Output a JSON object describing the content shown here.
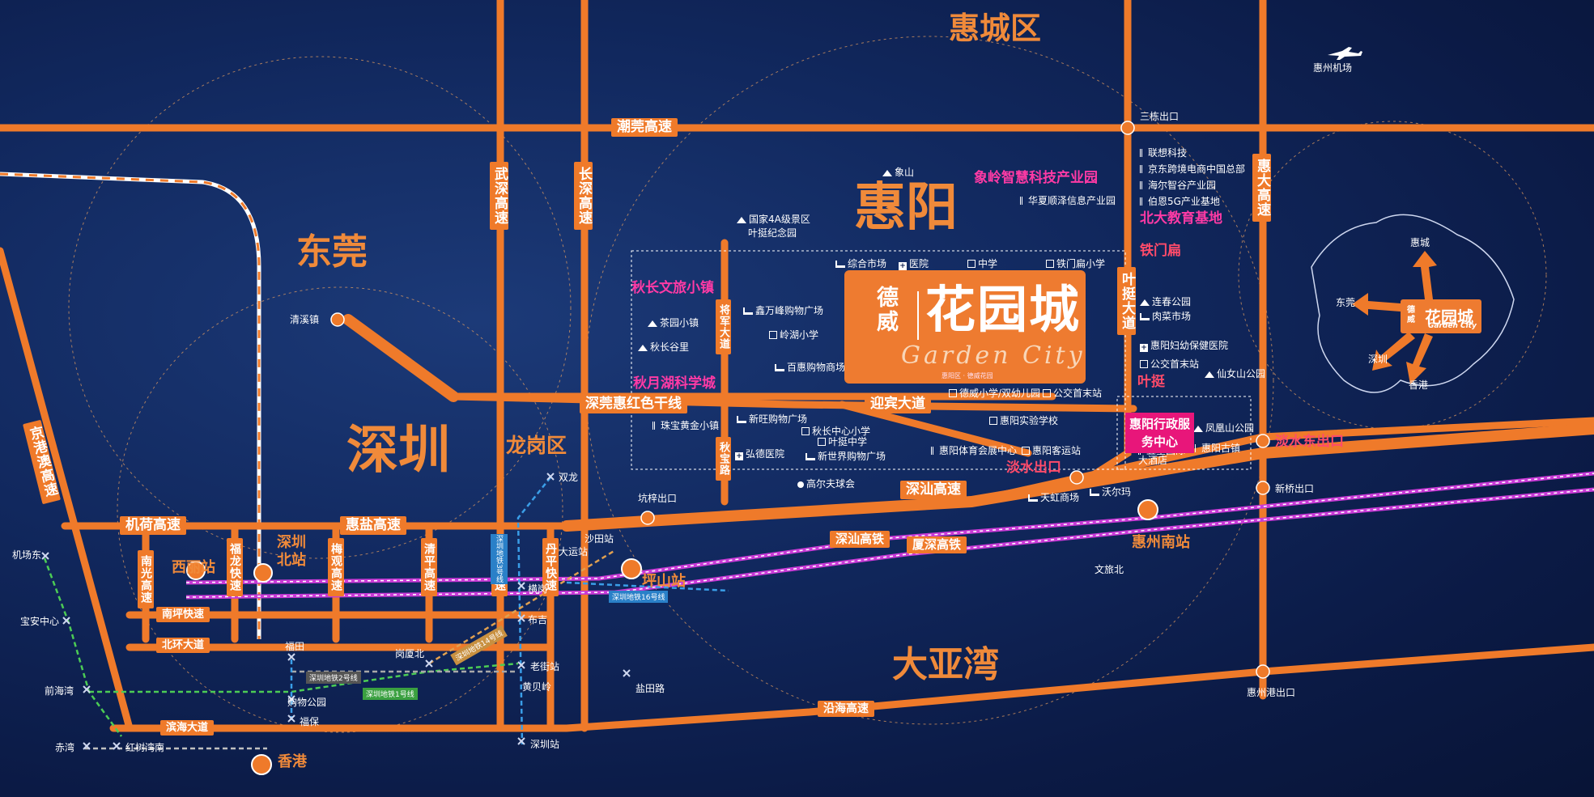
{
  "regions": {
    "huicheng": "惠城区",
    "huiyang": "惠阳",
    "dongguan": "东莞",
    "shenzhen": "深圳",
    "longgang": "龙岗区",
    "dayawan": "大亚湾"
  },
  "roads": {
    "chaoguan": "潮莞高速",
    "wuguan": "武深高速",
    "changshen": "长深高速",
    "huida": "惠大高速",
    "yeting": "叶挺大道",
    "shenguanhui": "深莞惠红色干线",
    "yingbin": "迎宾大道",
    "shenshan": "深汕高速",
    "jingganghao": "京港澳高速",
    "jihe": "机荷高速",
    "huiyan": "惠盐高速",
    "nanguang": "南光高速",
    "fulong": "福龙快速",
    "meiguan": "梅观高速",
    "qingping": "清平高速",
    "shuiguan": "水官高速",
    "danping": "丹平快速",
    "nanping": "南坪快速",
    "beihuan": "北环大道",
    "binhai": "滨海大道",
    "yanhai": "沿海高速",
    "jiangbao": "将军大道",
    "qiubao": "秋宝路",
    "shenshan_rail": "深汕高铁",
    "xiashen_rail": "厦深高铁"
  },
  "stations": {
    "xili": "西丽站",
    "shenzhen_north": "深圳北站",
    "pingshan": "坪山站",
    "huizhou_south": "惠州南站",
    "hongkong": "香港",
    "qingxi": "清溪镇",
    "pingdi": "坑梓出口",
    "shatian": "沙田站",
    "dayun": "大运站",
    "henggang": "横岗",
    "buji": "布吉",
    "shuanglong": "双龙",
    "futian": "福田",
    "gangxiabei": "岗厦北",
    "laojie": "老街站",
    "huangbeiling": "黄贝岭",
    "gouwu": "购物公园",
    "fubao": "福保",
    "shenzhenwan": "深圳站",
    "yantian": "盐田路",
    "jichangdong": "机场东",
    "baoan": "宝安中心",
    "qianhaiwan": "前海湾",
    "chiwan": "赤湾",
    "hongshuwan": "红树湾南",
    "wenlubei": "文旅北",
    "m14": "深圳地铁14号线",
    "m3": "深圳地铁3号线",
    "m2": "深圳地铁2号线",
    "m1": "深圳地铁1号线",
    "m16": "深圳地铁16号线"
  },
  "exits": {
    "sanlian": "三栋出口",
    "danshuidong": "淡水东出口",
    "danshui": "淡水出口",
    "xinqiao": "新桥出口",
    "huizhougang": "惠州港出口",
    "keng": "坑梓出口",
    "airport": "惠州机场"
  },
  "highlights": {
    "xiangling": "象岭智慧科技产业园",
    "beida": "北大教育基地",
    "tiemen": "铁门扁",
    "yeting": "叶挺",
    "qiuchang": "秋长文旅小镇",
    "qiuyue": "秋月湖科学城",
    "danshui": "淡水出口",
    "danshuidong": "淡水东出口"
  },
  "brand": {
    "cn_small": "德威",
    "cn_big": "花园城",
    "en": "Garden City",
    "tag": "惠阳区 · 德威花园"
  },
  "gov": "惠阳行政服务中心",
  "pois": [
    {
      "k": "xiangshan",
      "t": "象山"
    },
    {
      "k": "huaxia",
      "t": "华夏顺泽信息产业园"
    },
    {
      "k": "guojia4a",
      "t": "国家4A级景区"
    },
    {
      "k": "yeting_ji",
      "t": "叶挺纪念园"
    },
    {
      "k": "zonghe",
      "t": "综合市场"
    },
    {
      "k": "yiyuan",
      "t": "医院"
    },
    {
      "k": "zhongxue",
      "t": "中学"
    },
    {
      "k": "tiemen_xx",
      "t": "铁门扁小学"
    },
    {
      "k": "chayuan",
      "t": "茶园小镇"
    },
    {
      "k": "qiuchanggu",
      "t": "秋长谷里"
    },
    {
      "k": "xinwanfeng",
      "t": "鑫万峰购物广场"
    },
    {
      "k": "linghu",
      "t": "岭湖小学"
    },
    {
      "k": "baihui",
      "t": "百惠购物商场"
    },
    {
      "k": "lenovo",
      "t": "联想科技"
    },
    {
      "k": "jd",
      "t": "京东跨境电商中国总部"
    },
    {
      "k": "haier",
      "t": "海尔智谷产业园"
    },
    {
      "k": "boen",
      "t": "伯恩5G产业基地"
    },
    {
      "k": "lianchun",
      "t": "连春公园"
    },
    {
      "k": "roucai",
      "t": "肉菜市场"
    },
    {
      "k": "fuyou",
      "t": "惠阳妇幼保健医院"
    },
    {
      "k": "gongjiao",
      "t": "公交首末站"
    },
    {
      "k": "xiannv",
      "t": "仙女山公园"
    },
    {
      "k": "dewei_xx",
      "t": "德威小学/双幼儿园"
    },
    {
      "k": "gongjiao2",
      "t": "公交首末站"
    },
    {
      "k": "zhubao",
      "t": "珠宝黄金小镇"
    },
    {
      "k": "xinwang",
      "t": "新旺购物广场"
    },
    {
      "k": "qiuchangzx",
      "t": "秋长中心小学"
    },
    {
      "k": "yetingzx",
      "t": "叶挺中学"
    },
    {
      "k": "hongde",
      "t": "弘德医院"
    },
    {
      "k": "xinshijie",
      "t": "新世界购物广场"
    },
    {
      "k": "shiyan",
      "t": "惠阳实验学校"
    },
    {
      "k": "tiyu",
      "t": "惠阳体育会展中心"
    },
    {
      "k": "keyun",
      "t": "惠阳客运站"
    },
    {
      "k": "gaoerfu",
      "t": "高尔夫球会"
    },
    {
      "k": "tianhong",
      "t": "天虹商场"
    },
    {
      "k": "walmart",
      "t": "沃尔玛"
    },
    {
      "k": "wuxing",
      "t": "五星国际大酒店"
    },
    {
      "k": "fenghuang",
      "t": "凤凰山公园"
    },
    {
      "k": "guzhen",
      "t": "惠阳古镇"
    }
  ],
  "inset": {
    "huicheng": "惠城",
    "dongguan": "东莞",
    "shenzhen": "深圳",
    "hongkong": "香港",
    "brand_big": "花园城",
    "brand_small": "德威",
    "brand_en": "Garden City"
  },
  "colors": {
    "road": "#ef7a2a",
    "region": "#f08a3a",
    "rail": "#c83ad6",
    "metro_green": "#4ccc55",
    "metro_blue": "#3a9ee8",
    "highlight": "#ff3aa5"
  }
}
